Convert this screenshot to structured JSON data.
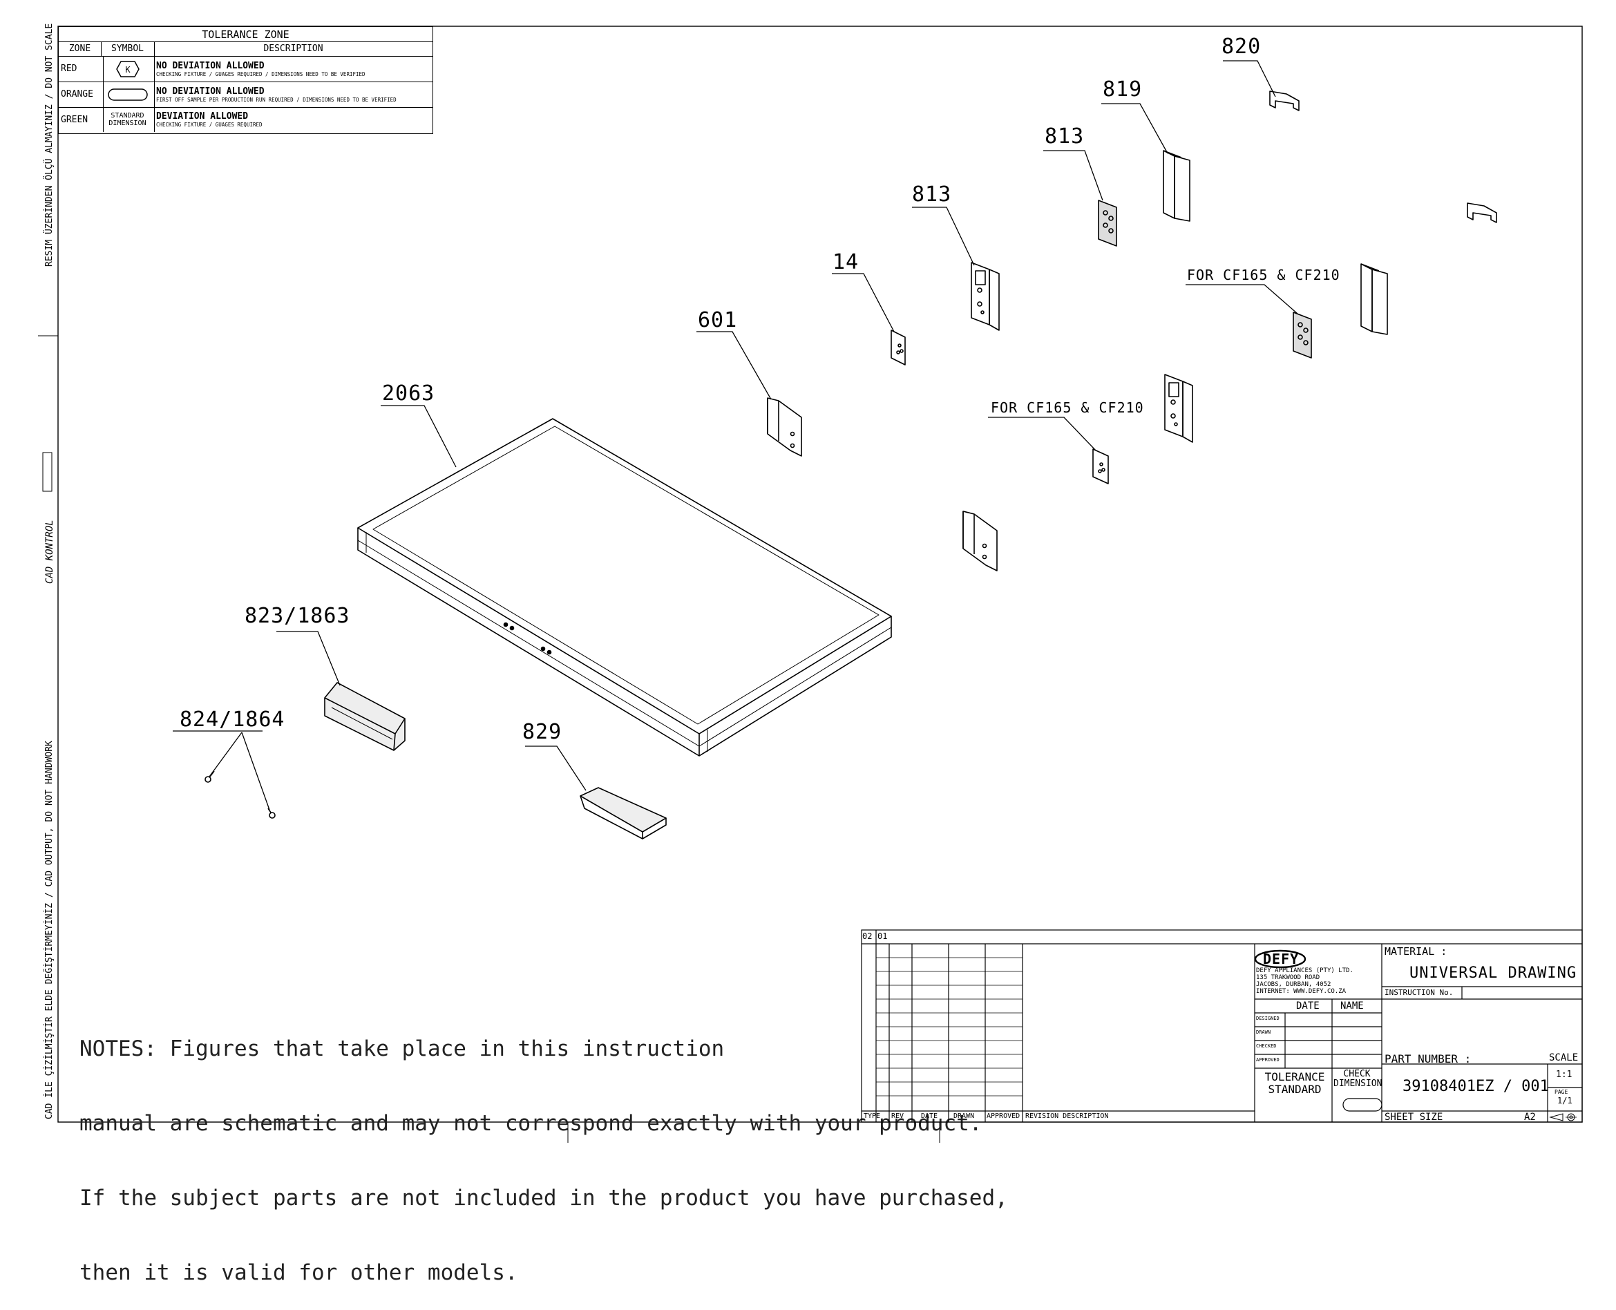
{
  "side_labels": {
    "top": "RESIM ÜZERİNDEN ÖLÇÜ ALMAYINIZ / DO NOT SCALE",
    "middle": "CAD KONTROL",
    "bottom": "CAD İLE ÇİZİLMİŞTİR ELDE DEĞİŞTİRMEYİNİZ / CAD OUTPUT, DO NOT HANDWORK"
  },
  "tolerance_table": {
    "title": "TOLERANCE ZONE",
    "headers": {
      "zone": "ZONE",
      "symbol": "SYMBOL",
      "description": "DESCRIPTION"
    },
    "rows": [
      {
        "zone": "RED",
        "symbol": "K",
        "desc_main": "NO DEVIATION ALLOWED",
        "desc_sub": "CHECKING FIXTURE / GUAGES REQUIRED / DIMENSIONS NEED TO BE VERIFIED"
      },
      {
        "zone": "ORANGE",
        "symbol": "",
        "desc_main": "NO DEVIATION ALLOWED",
        "desc_sub": "FIRST OFF SAMPLE PER PRODUCTION RUN REQUIRED / DIMENSIONS NEED TO BE VERIFIED"
      },
      {
        "zone": "GREEN",
        "symbol": "STANDARD DIMENSION",
        "desc_main": "DEVIATION ALLOWED",
        "desc_sub": "CHECKING FIXTURE / GUAGES REQUIRED"
      }
    ]
  },
  "part_labels": {
    "p820": "820",
    "p819": "819",
    "p813a": "813",
    "p813b": "813",
    "p14": "14",
    "p601": "601",
    "p2063": "2063",
    "cf_top": "FOR CF165 & CF210",
    "cf_bottom": "FOR CF165 & CF210",
    "p823": "823/1863",
    "p824": "824/1864",
    "p829": "829"
  },
  "notes": {
    "line1": "NOTES: Figures that take place in this instruction",
    "line2": "manual are schematic and may not correspond exactly with your product.",
    "line3": "If the subject parts are not included in the product you have purchased,",
    "line4": "then it is valid for other models."
  },
  "title_block": {
    "rev_codes": {
      "a": "02",
      "b": "01"
    },
    "rev_headers": {
      "type": "TYPE",
      "rev": "REV",
      "date": "DATE",
      "drawn": "DRAWN",
      "approved": "APPROVED",
      "revision_description": "REVISION DESCRIPTION"
    },
    "logo": "DEFY",
    "company_lines": [
      "DEFY APPLIANCES (PTY) LTD.",
      "135 TRAKWOOD ROAD",
      "JACOBS, DURBAN, 4052",
      "INTERNET: WWW.DEFY.CO.ZA"
    ],
    "date_label": "DATE",
    "name_label": "NAME",
    "role_labels": [
      "DESIGNED",
      "DRAWN",
      "CHECKED",
      "APPROVED"
    ],
    "tolerance_standard": "TOLERANCE STANDARD",
    "check_dimension": "CHECK DIMENSION",
    "material_label": "MATERIAL :",
    "material_value": "UNIVERSAL DRAWING",
    "instruction_label": "INSTRUCTION No.",
    "part_number_label": "PART NUMBER :",
    "part_number_value": "39108401EZ / 001",
    "scale_label": "SCALE",
    "scale_value": "1:1",
    "page_label": "PAGE",
    "page_value": "1/1",
    "sheet_size_label": "SHEET SIZE",
    "sheet_size_value": "A2"
  }
}
